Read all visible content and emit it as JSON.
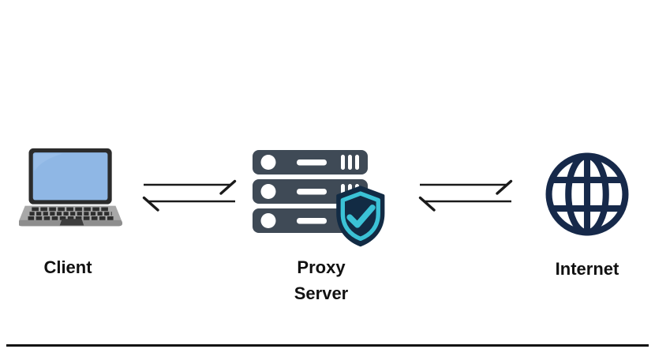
{
  "diagram": {
    "nodes": [
      {
        "id": "client",
        "label": "Client",
        "icon": "laptop-icon"
      },
      {
        "id": "proxy-server",
        "label": "Proxy Server",
        "icon": "server-shield-icon"
      },
      {
        "id": "internet",
        "label": "Internet",
        "icon": "globe-icon"
      }
    ],
    "connections": [
      {
        "from": "client",
        "to": "proxy-server",
        "style": "bidirectional-half-arrows"
      },
      {
        "from": "proxy-server",
        "to": "internet",
        "style": "bidirectional-half-arrows"
      }
    ]
  },
  "colors": {
    "background": "#ffffff",
    "label-black": "#111111",
    "arrow-black": "#1a1a1a",
    "laptop-bezel": "#2b2b2b",
    "laptop-screen": "#8fb7e5",
    "laptop-screen-hi": "#a3c4ec",
    "laptop-body": "#a8a8a8",
    "laptop-body-dark": "#8e8e8e",
    "laptop-keys": "#2e2e2e",
    "laptop-trackpad": "#3d3d3d",
    "server-slate": "#3f4a56",
    "shield-navy": "#122b44",
    "shield-cyan": "#3bc2d6",
    "globe-navy": "#16294a"
  }
}
